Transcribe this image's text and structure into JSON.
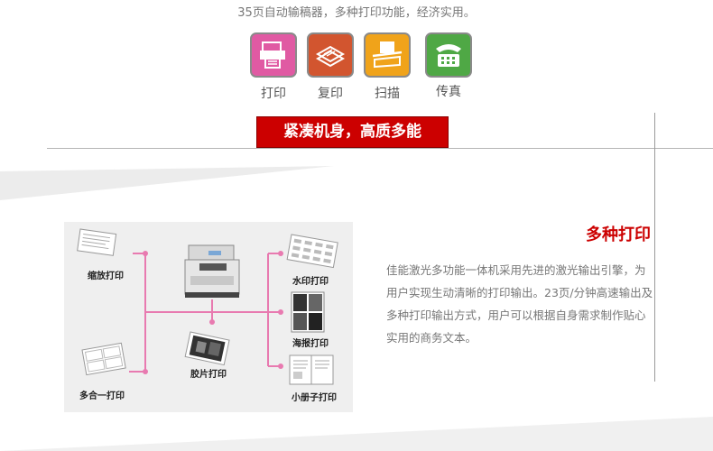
{
  "header": {
    "description": "35页自动输稿器，多种打印功能，经济实用。"
  },
  "functions": [
    {
      "label": "打印",
      "icon": "print-icon",
      "color": "#e05aa3"
    },
    {
      "label": "复印",
      "icon": "copy-icon",
      "color": "#d2552f"
    },
    {
      "label": "扫描",
      "icon": "scan-icon",
      "color": "#f0a31a"
    },
    {
      "label": "传真",
      "icon": "fax-icon",
      "color": "#4fa845"
    }
  ],
  "banner": {
    "title": "紧凑机身，高质多能"
  },
  "diagram": {
    "labels": {
      "reduce": "缩放打印",
      "multi": "多合一打印",
      "photo": "胶片打印",
      "watermark": "水印打印",
      "poster": "海报打印",
      "booklet": "小册子打印"
    },
    "line_color": "#e87ab0"
  },
  "section": {
    "title": "多种打印",
    "body": "佳能激光多功能一体机采用先进的激光输出引擎，为用户实现生动清晰的打印输出。23页/分钟高速输出及多种打印输出方式，用户可以根据自身需求制作贴心实用的商务文本。"
  }
}
